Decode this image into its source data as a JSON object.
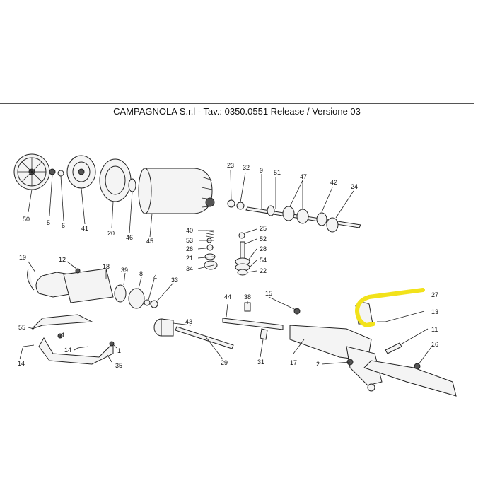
{
  "header": {
    "title": "CAMPAGNOLA S.r.l - Tav.: 0350.0551 Release / Versione 03"
  },
  "colors": {
    "highlight": "#f2e21b",
    "line": "#222222"
  },
  "highlighted_part": "27",
  "parts": {
    "p50": "50",
    "p5": "5",
    "p6": "6",
    "p41": "41",
    "p20": "20",
    "p46": "46",
    "p45": "45",
    "p23": "23",
    "p32": "32",
    "p9": "9",
    "p51": "51",
    "p47": "47",
    "p42": "42",
    "p24": "24",
    "p40": "40",
    "p53": "53",
    "p26": "26",
    "p21": "21",
    "p34": "34",
    "p25": "25",
    "p52": "52",
    "p28": "28",
    "p54": "54",
    "p22": "22",
    "p19": "19",
    "p12": "12",
    "p18": "18",
    "p39": "39",
    "p8": "8",
    "p4": "4",
    "p33": "33",
    "p55": "55",
    "p1a": "1",
    "p14a": "14",
    "p14b": "14",
    "p1b": "1",
    "p35": "35",
    "p44": "44",
    "p38": "38",
    "p15": "15",
    "p43": "43",
    "p29": "29",
    "p31": "31",
    "p17": "17",
    "p2": "2",
    "p27": "27",
    "p13": "13",
    "p11": "11",
    "p16": "16"
  }
}
